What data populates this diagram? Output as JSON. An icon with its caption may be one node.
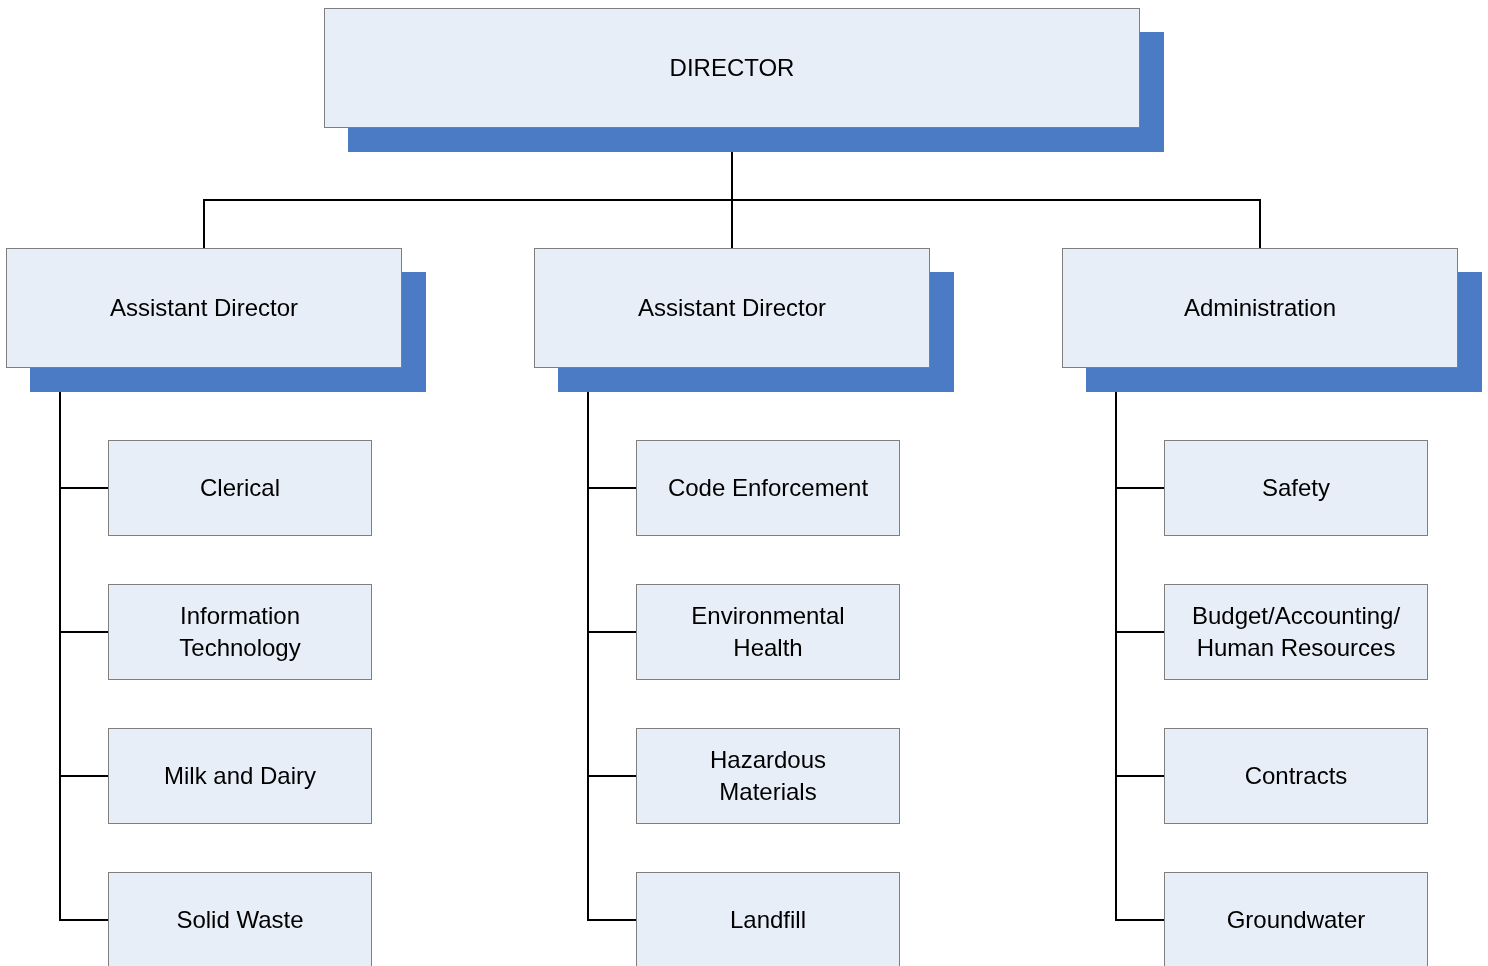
{
  "diagram": {
    "nodes": [
      {
        "text": [
          "DIRECTOR"
        ]
      },
      {
        "text": [
          "Assistant Director"
        ]
      },
      {
        "text": [
          "Assistant Director"
        ]
      },
      {
        "text": [
          "Administration"
        ]
      },
      {
        "text": [
          "Clerical"
        ]
      },
      {
        "text": [
          "Information Technology"
        ]
      },
      {
        "text": [
          "Milk and Dairy"
        ]
      },
      {
        "text": [
          "Solid Waste"
        ]
      },
      {
        "text": [
          "Code Enforcement"
        ]
      },
      {
        "text": [
          "Environmental Health"
        ]
      },
      {
        "text": [
          "Hazardous Materials"
        ]
      },
      {
        "text": [
          "Landfill"
        ]
      },
      {
        "text": [
          "Safety"
        ]
      },
      {
        "text": [
          "Budget/Accounting/ Human Resources"
        ]
      },
      {
        "text": [
          "Contracts"
        ]
      },
      {
        "text": [
          "Groundwater"
        ]
      }
    ],
    "edges": [
      {
        "from": 0,
        "to": 1,
        "arrow": "none"
      },
      {
        "from": 0,
        "to": 2,
        "arrow": "none"
      },
      {
        "from": 0,
        "to": 3,
        "arrow": "none"
      },
      {
        "from": 1,
        "to": 4,
        "arrow": "none"
      },
      {
        "from": 1,
        "to": 5,
        "arrow": "none"
      },
      {
        "from": 1,
        "to": 6,
        "arrow": "none"
      },
      {
        "from": 1,
        "to": 7,
        "arrow": "none"
      },
      {
        "from": 2,
        "to": 8,
        "arrow": "none"
      },
      {
        "from": 2,
        "to": 9,
        "arrow": "none"
      },
      {
        "from": 2,
        "to": 10,
        "arrow": "none"
      },
      {
        "from": 2,
        "to": 11,
        "arrow": "none"
      },
      {
        "from": 3,
        "to": 12,
        "arrow": "none"
      },
      {
        "from": 3,
        "to": 13,
        "arrow": "none"
      },
      {
        "from": 3,
        "to": 14,
        "arrow": "none"
      },
      {
        "from": 3,
        "to": 15,
        "arrow": "none"
      }
    ]
  }
}
